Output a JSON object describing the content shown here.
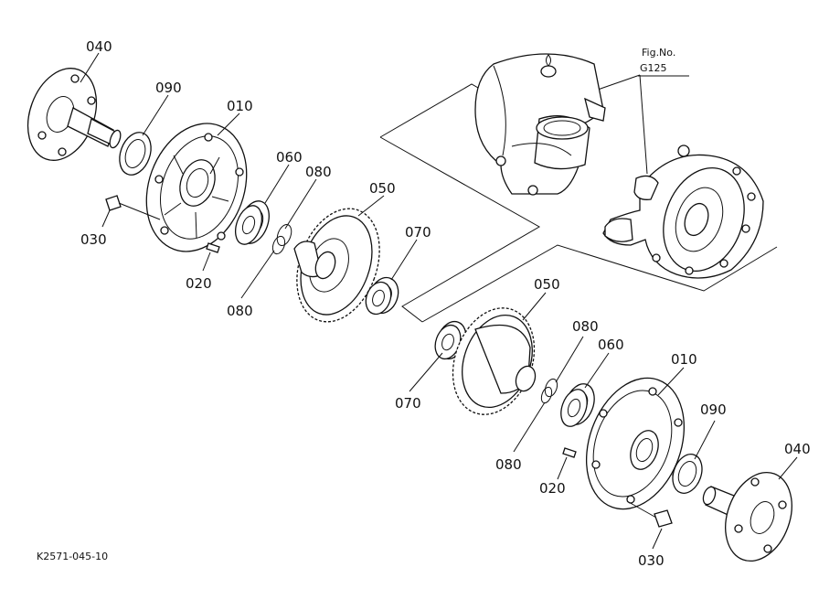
{
  "reference_note": {
    "line1": "Fig.No.",
    "line2": "G125"
  },
  "drawing_code": "K2571-045-10",
  "callouts": {
    "left_040": "040",
    "left_090": "090",
    "left_010": "010",
    "left_060": "060",
    "left_080_top": "080",
    "left_050": "050",
    "left_070": "070",
    "left_030": "030",
    "left_020": "020",
    "left_080_bottom": "080",
    "right_050": "050",
    "right_080": "080",
    "right_060": "060",
    "right_010": "010",
    "right_070": "070",
    "right_090": "090",
    "right_040": "040",
    "right_080_bottom": "080",
    "right_020": "020",
    "right_030": "030"
  }
}
